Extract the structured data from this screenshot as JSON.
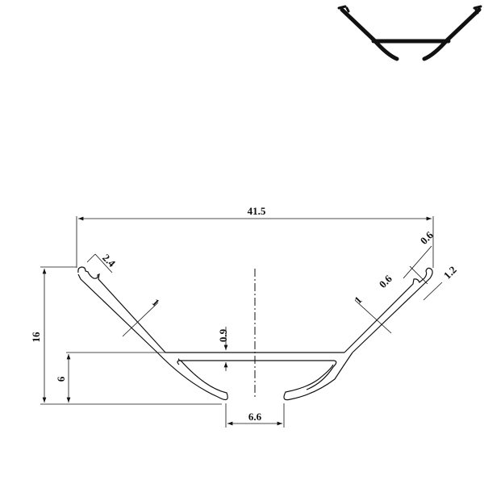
{
  "drawing": {
    "title": "Profile cross-section",
    "line_color": "#111111",
    "dimensions": {
      "overall_width": "41.5",
      "overall_height": "16",
      "lip_height": "6",
      "opening_width": "6.6",
      "clip_width": "2.4",
      "left_wall": "1",
      "right_wall": "1",
      "shelf_thickness": "0.9",
      "clip_gap_top": "0.6",
      "clip_gap_inner": "0.6",
      "clip_depth": "1.2"
    }
  }
}
